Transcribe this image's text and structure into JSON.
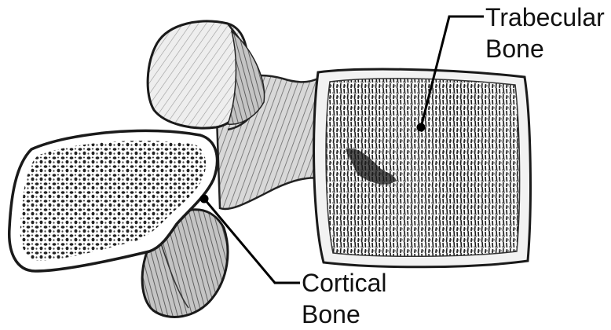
{
  "labels": {
    "trabecular": {
      "line1": "Trabecular",
      "line2": "Bone"
    },
    "cortical": {
      "line1": "Cortical",
      "line2": "Bone"
    }
  }
}
